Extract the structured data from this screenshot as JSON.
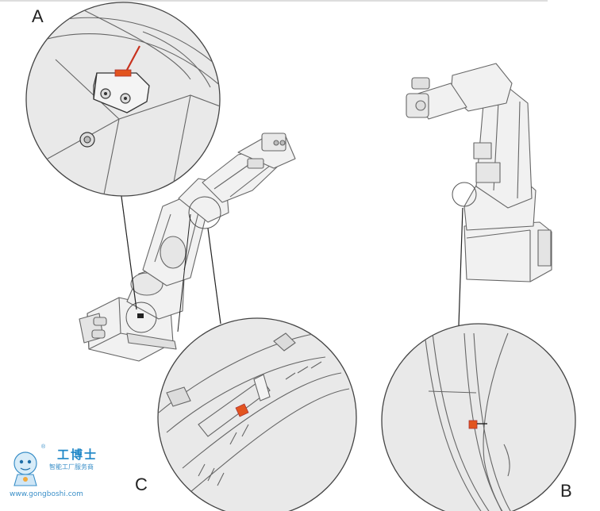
{
  "callouts": {
    "a": "A",
    "b": "B",
    "c": "C"
  },
  "colors": {
    "line": "#555555",
    "lightline": "#888888",
    "fill": "#e6e6e6",
    "circle_fill": "#e9e9e9",
    "accent_orange": "#e2541f",
    "accent_red": "#c8321e"
  },
  "watermark": {
    "title": "工博士",
    "subtitle": "智能工厂服务商",
    "url": "www.gongboshi.com",
    "registered": "®",
    "icon": "robot-mascot-icon"
  }
}
